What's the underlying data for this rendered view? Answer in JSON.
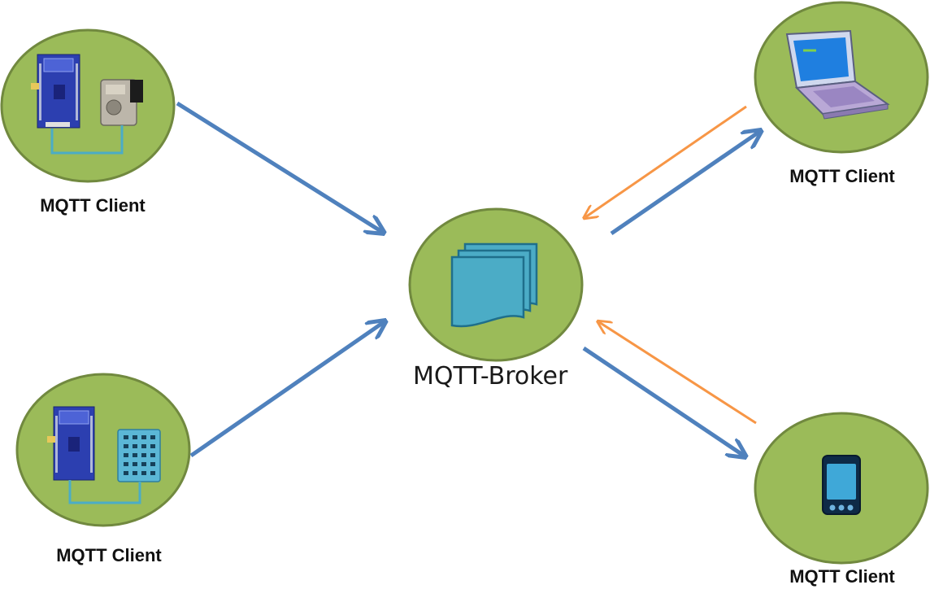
{
  "broker": {
    "label": "MQTT-Broker"
  },
  "clients": [
    {
      "label": "MQTT Client"
    },
    {
      "label": "MQTT Client"
    },
    {
      "label": "MQTT Client"
    },
    {
      "label": "MQTT Client"
    }
  ],
  "colors": {
    "node_fill": "#9bbb59",
    "node_stroke": "#71893f",
    "publish_arrow": "#4f81bd",
    "subscribe_arrow": "#f79646",
    "broker_icon": "#4bacc6"
  }
}
